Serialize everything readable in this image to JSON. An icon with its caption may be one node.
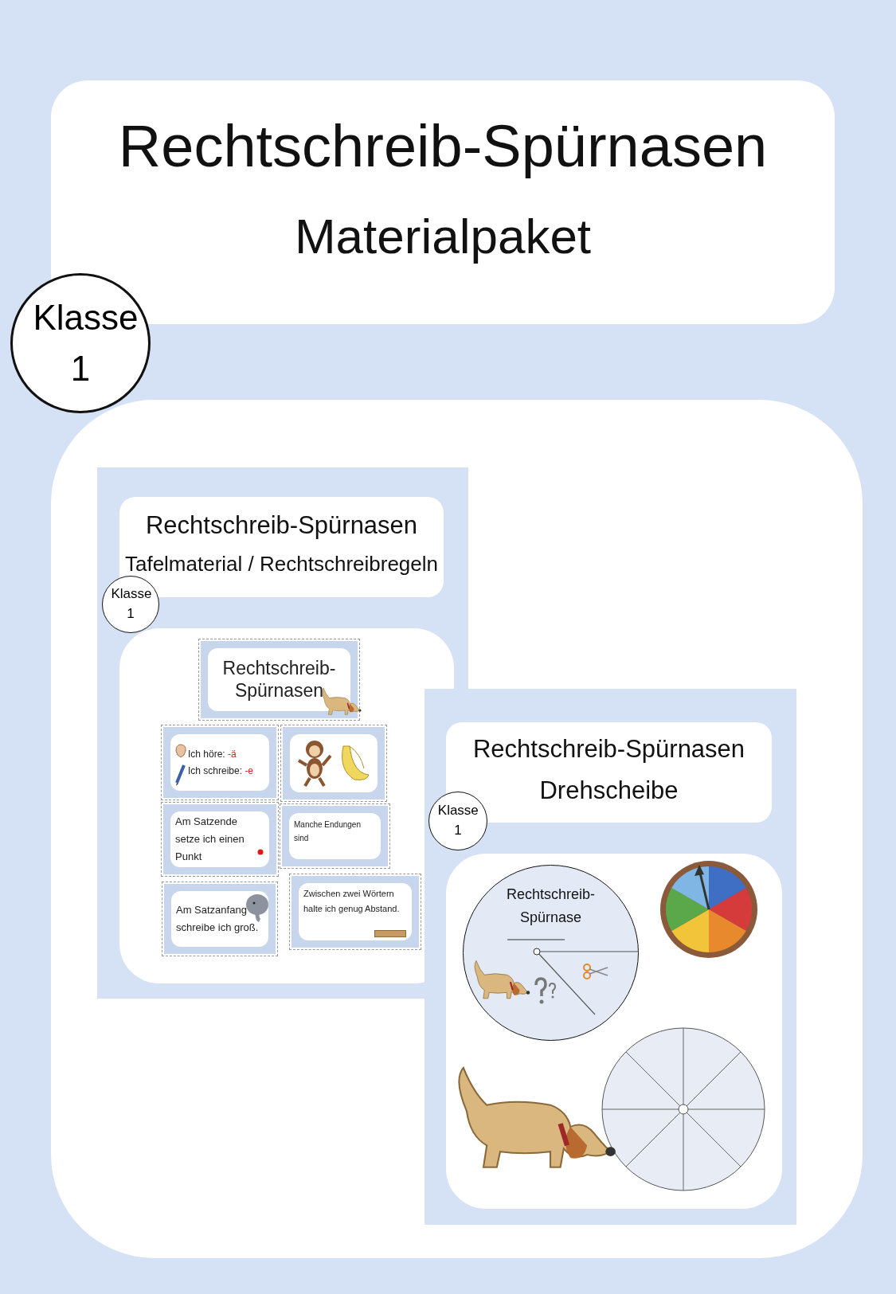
{
  "diagram": {
    "nodes": [
      {
        "text": [
          "Rechtschreib-Spürnasen",
          "Materialpaket"
        ]
      },
      {
        "text": [
          "Klasse 1"
        ]
      },
      {
        "text": [],
        "shape": "box"
      },
      {
        "text": [],
        "shape": "box",
        "in": 2
      },
      {
        "text": [
          "Rechtschreib-Spürnasen",
          "Tafelmaterial / Rechtschreibregeln"
        ],
        "in": 3
      },
      {
        "text": [
          "Klasse 1"
        ],
        "in": 3
      },
      {
        "text": [],
        "shape": "box",
        "in": 3
      },
      {
        "text": [
          "Rechtschreib- Spürnasen"
        ],
        "in": 6
      },
      {
        "text": [
          "Ich höre: -ä",
          "Ich schreibe: -e"
        ],
        "in": 6
      },
      {
        "text": [],
        "shape": "picture",
        "in": 6
      },
      {
        "text": [
          "Am Satzende setze ich einen Punkt"
        ],
        "in": 6
      },
      {
        "text": [
          "Manche Endungen sind"
        ],
        "in": 6
      },
      {
        "text": [
          "Zwischen zwei Wörtern halte ich genug Abstand."
        ],
        "in": 6
      },
      {
        "text": [
          "Am Satzanfang schreibe ich groß."
        ],
        "in": 6
      },
      {
        "text": [],
        "shape": "box",
        "in": 2
      },
      {
        "text": [
          "Rechtschreib-Spürnasen",
          "Drehscheibe"
        ],
        "in": 14
      },
      {
        "text": [
          "Klasse 1"
        ],
        "in": 14
      },
      {
        "text": [],
        "shape": "box",
        "in": 14
      },
      {
        "text": [
          "Rechtschreib- Spürnase"
        ],
        "in": 17
      }
    ]
  }
}
